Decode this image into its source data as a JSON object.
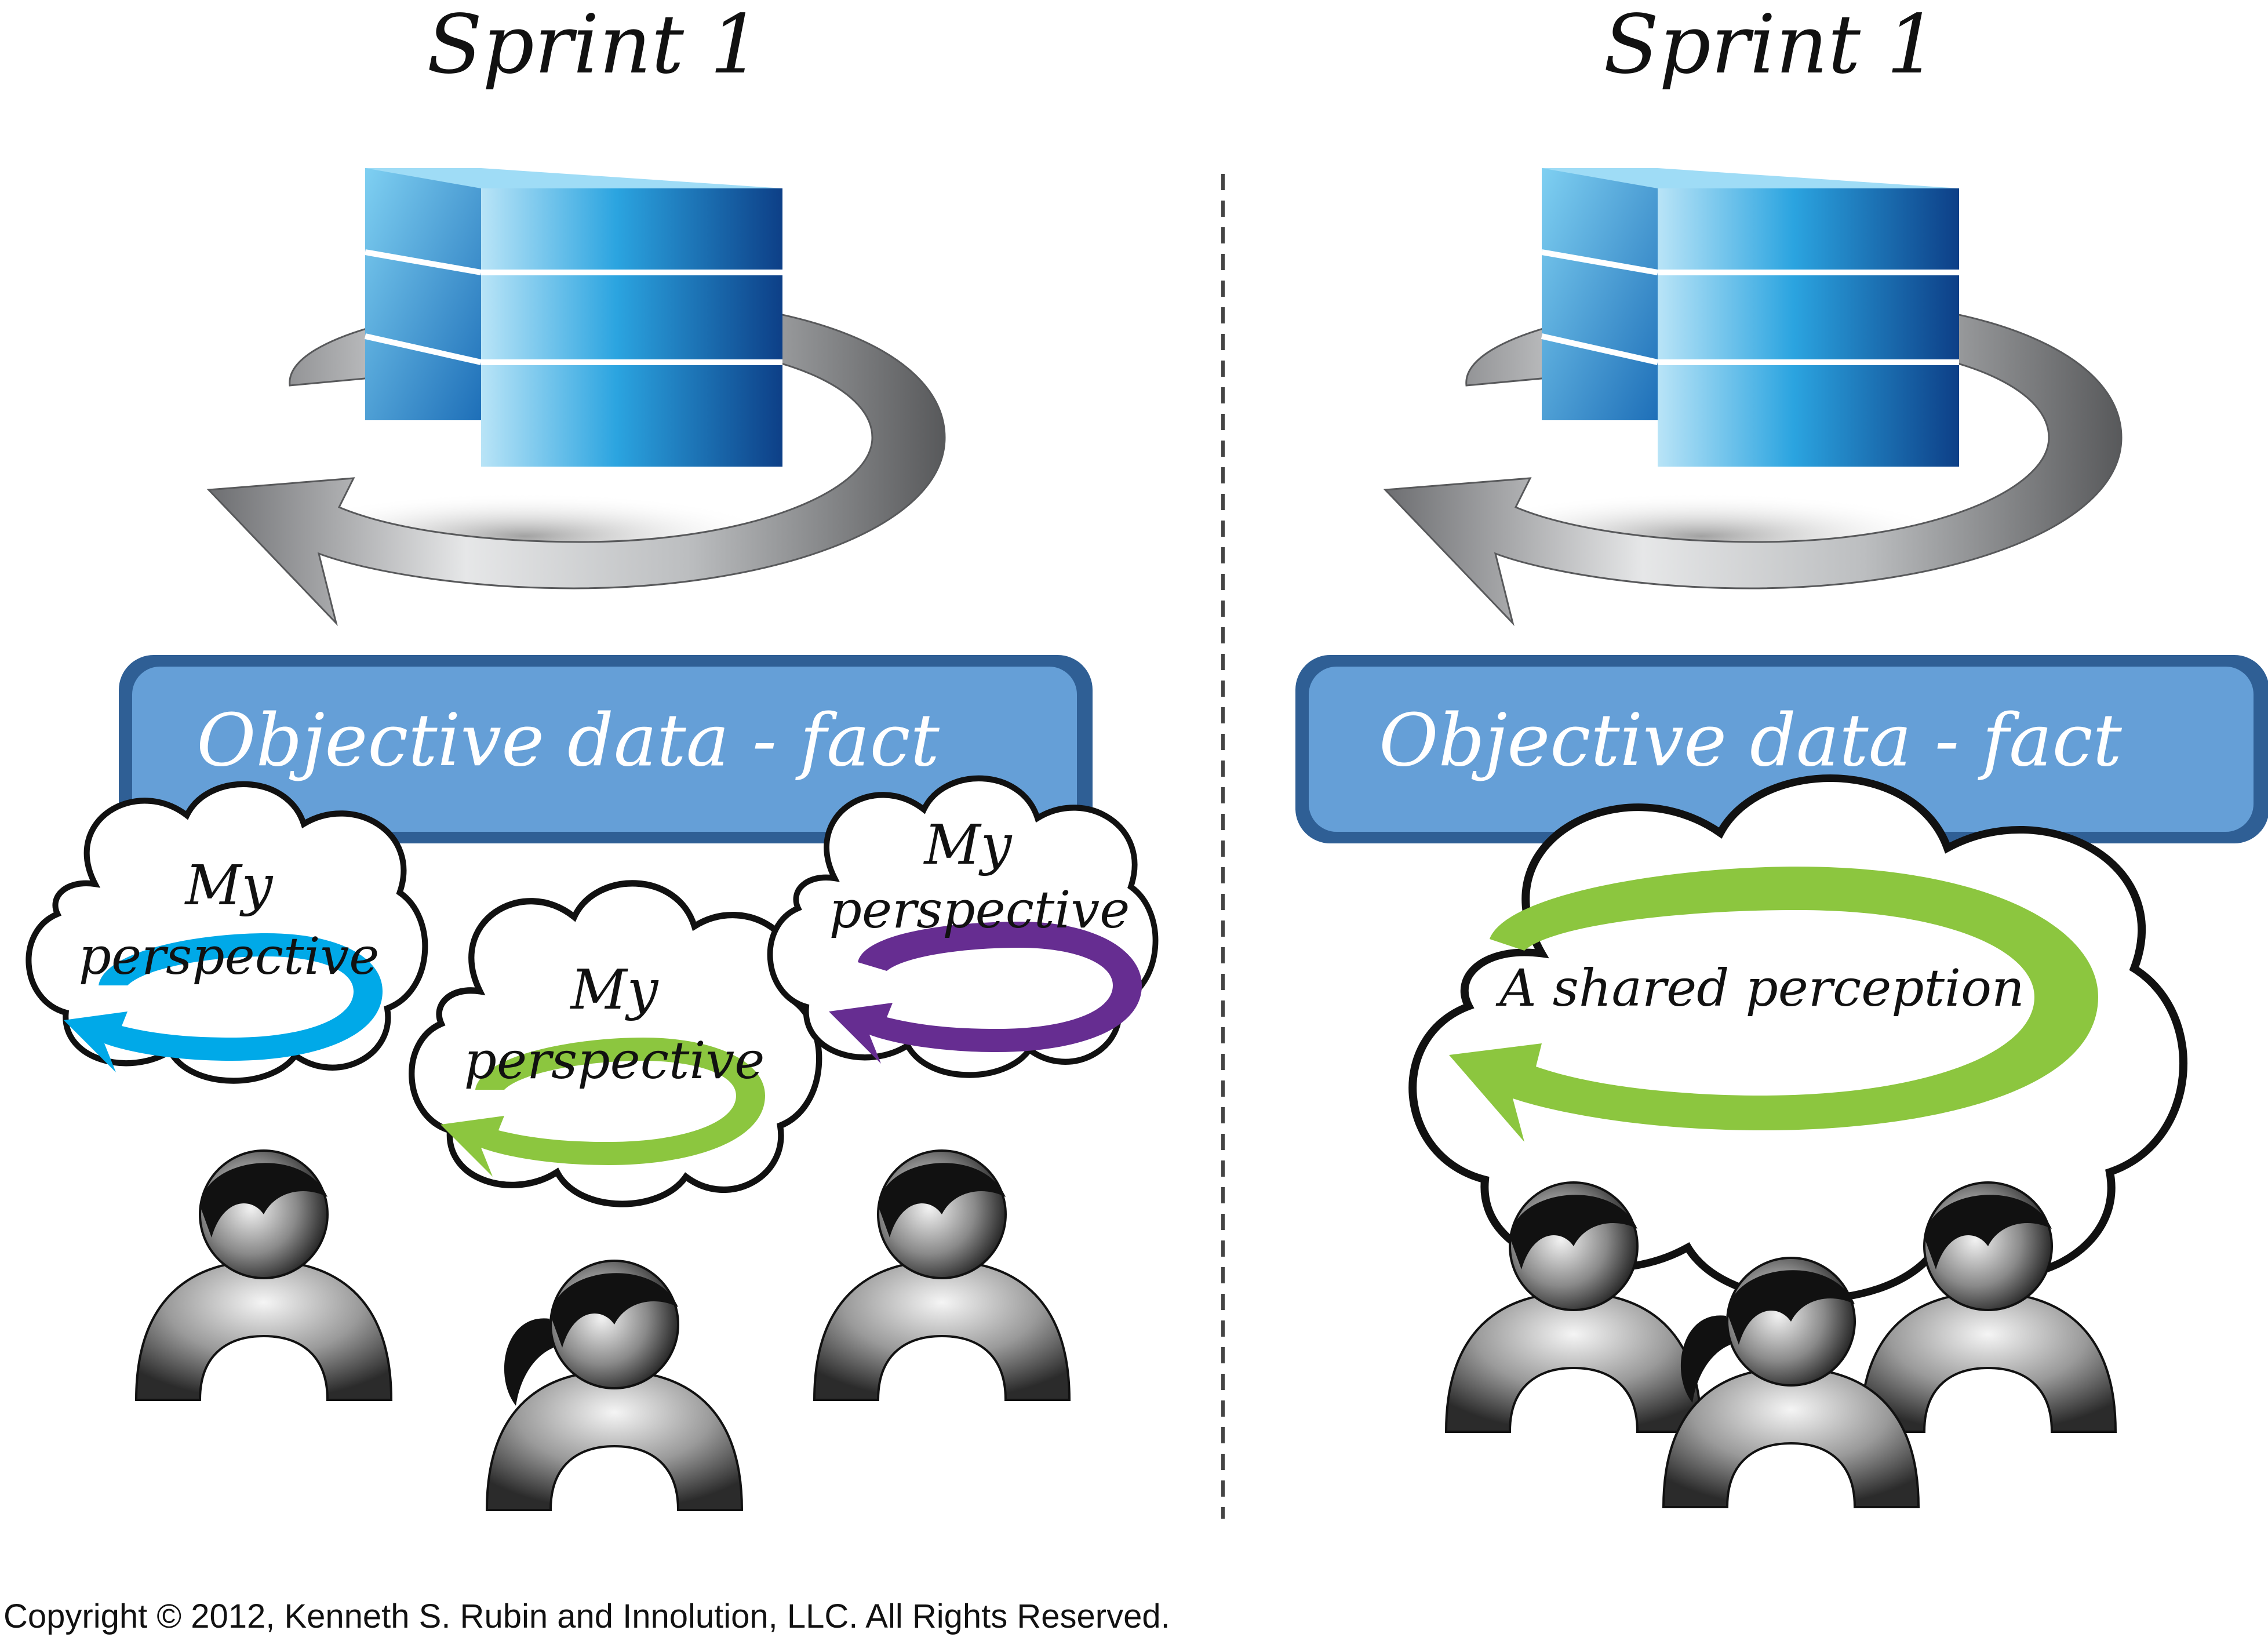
{
  "panels": [
    {
      "title": "Sprint 1",
      "fact_label": "Objective data - fact",
      "clouds": [
        {
          "line1": "My",
          "line2": "perspective",
          "color": "#00a9e8"
        },
        {
          "line1": "My",
          "line2": "perspective",
          "color": "#8cc63f"
        },
        {
          "line1": "My",
          "line2": "perspective",
          "color": "#662d91"
        }
      ]
    },
    {
      "title": "Sprint 1",
      "fact_label": "Objective data - fact",
      "shared_label": "A shared perception",
      "shared_color": "#8cc63f"
    }
  ],
  "footer": {
    "copyright": "Copyright © 2012, Kenneth S. Rubin and Innolution, LLC. All Rights Reserved."
  },
  "colors": {
    "fact_box": "#659fd7",
    "fact_border": "#2f5f95",
    "block": "#1e7fc6",
    "ring": "#a7a9ac"
  }
}
